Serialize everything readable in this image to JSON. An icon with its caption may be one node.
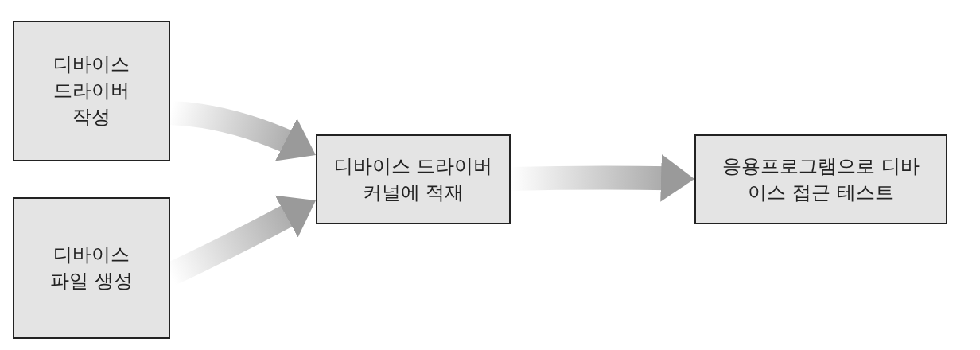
{
  "diagram": {
    "nodes": [
      {
        "text": [
          "디바이스 드라이버 작성"
        ]
      },
      {
        "text": [
          "디바이스 파일 생성"
        ]
      },
      {
        "text": [
          "디바이스 드라이버 커널에 적재"
        ]
      },
      {
        "text": [
          "응용프로그램으로 디바이스 접근 테스트"
        ]
      }
    ],
    "edges": [
      {
        "from": 0,
        "to": 2,
        "arrow": "to"
      },
      {
        "from": 1,
        "to": 2,
        "arrow": "to"
      },
      {
        "from": 2,
        "to": 3,
        "arrow": "to"
      }
    ]
  }
}
